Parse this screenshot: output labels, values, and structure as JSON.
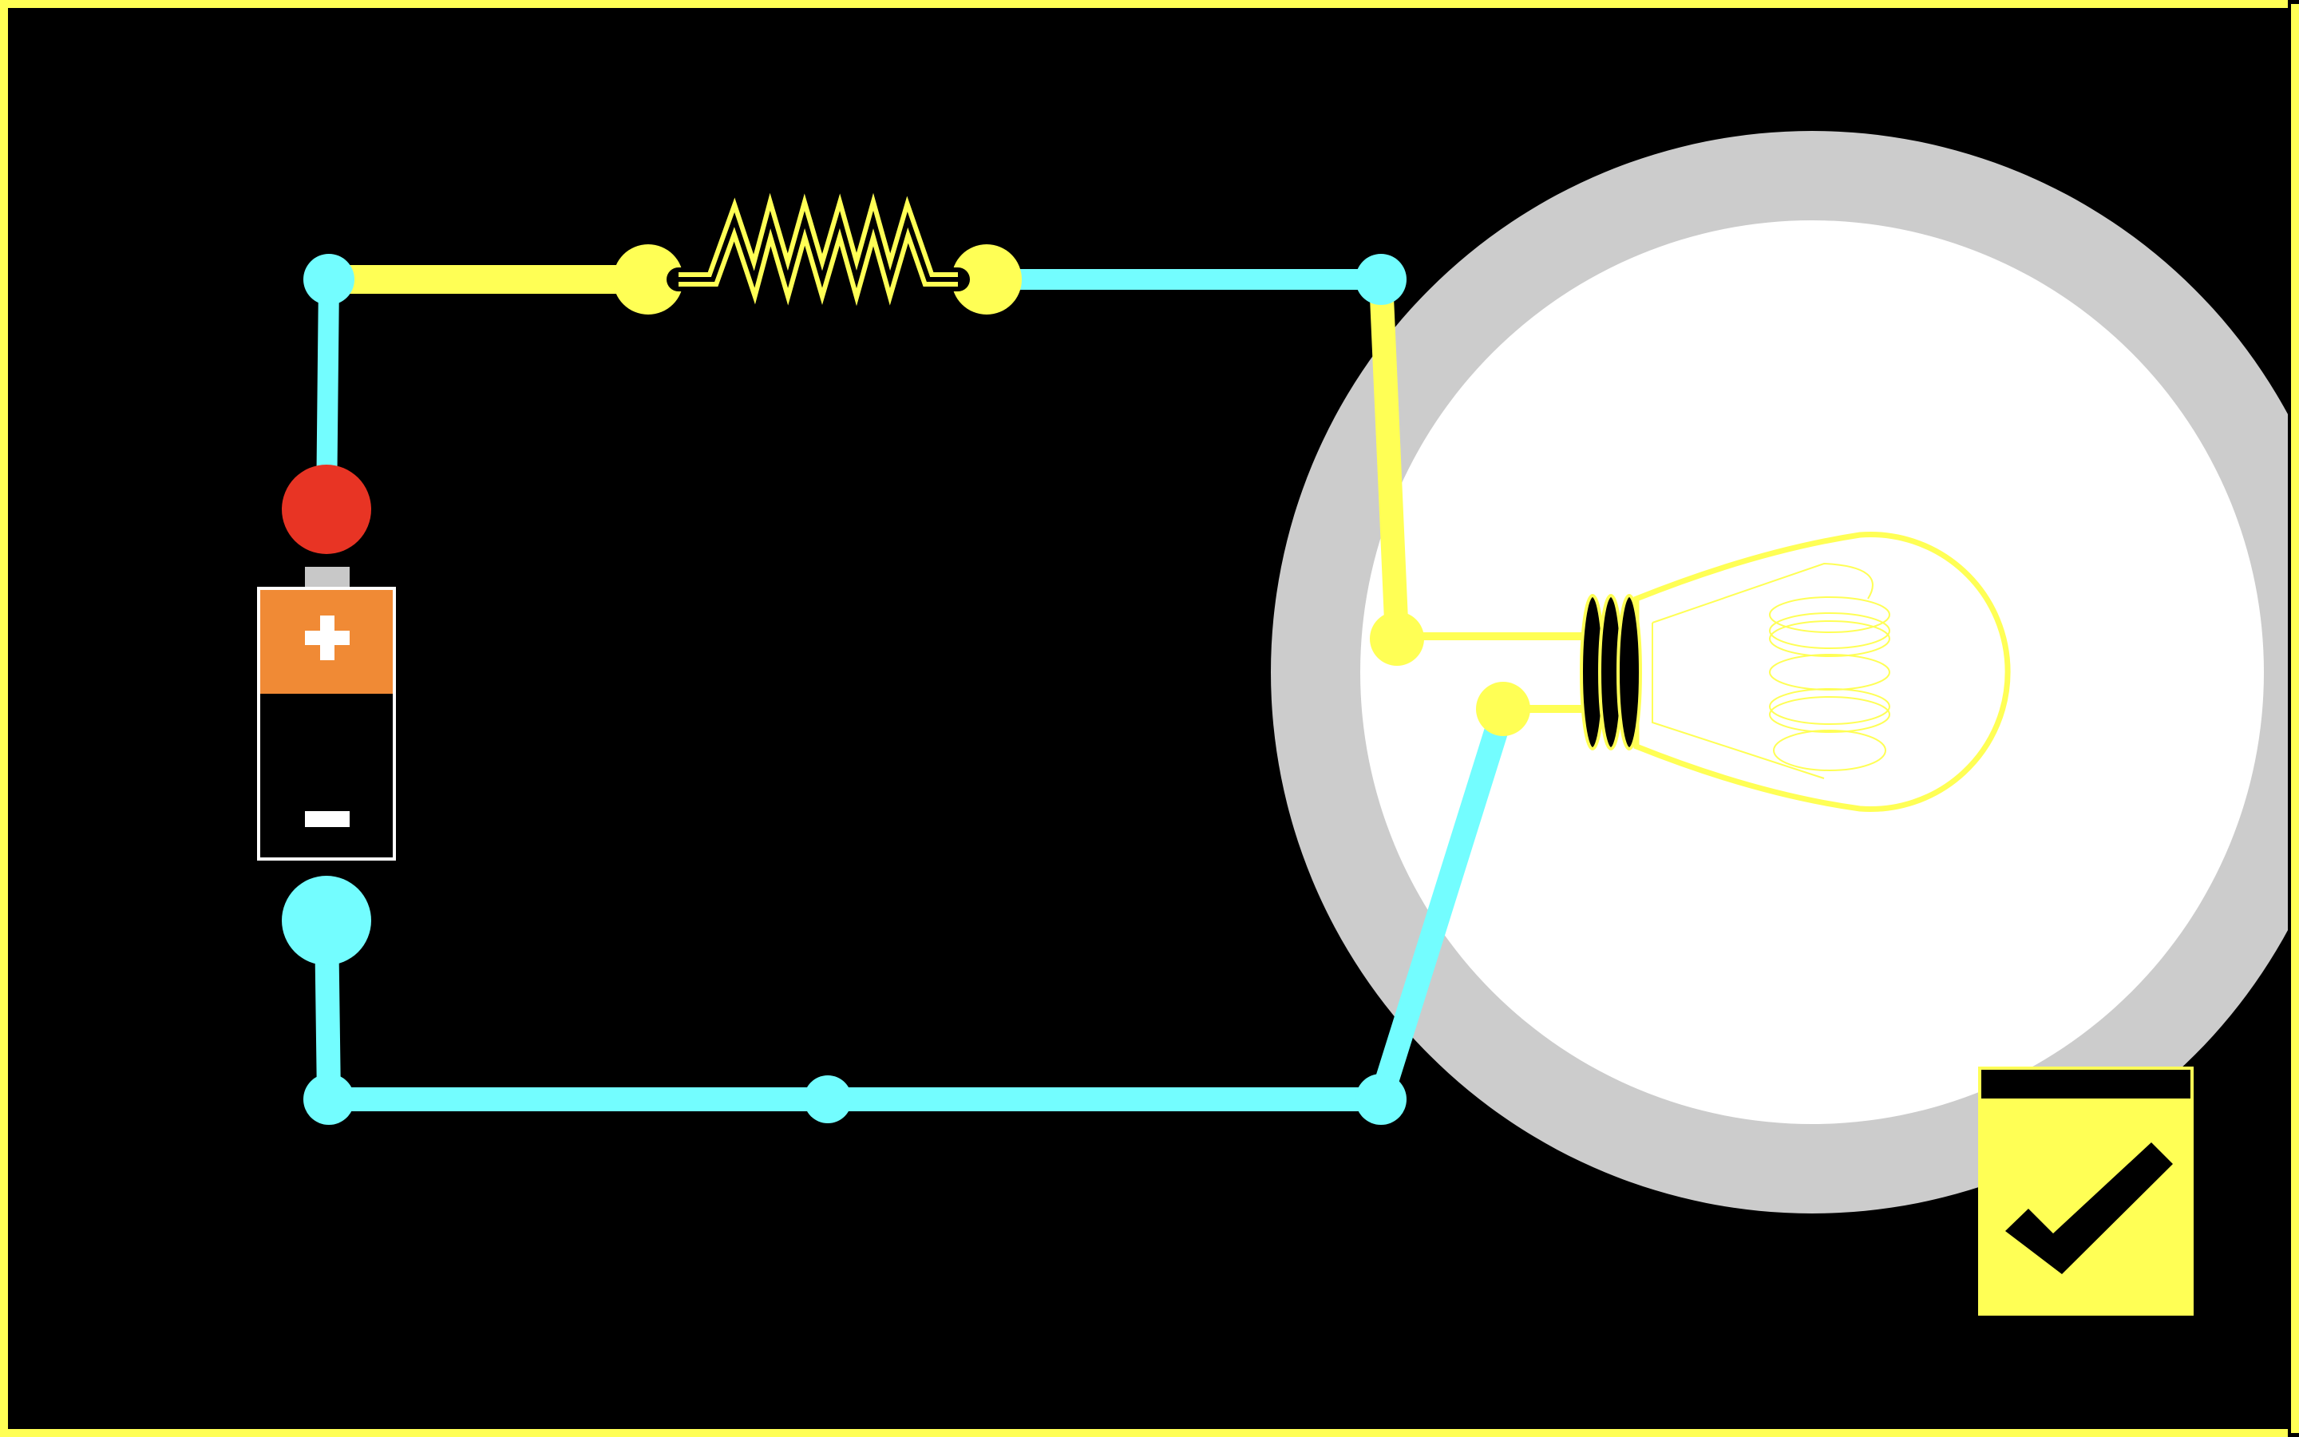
{
  "app": {
    "title": "",
    "theme": {
      "background": "#000000",
      "frame": "#FFFF55",
      "wire_highlight": "#FFFF55",
      "wire_normal": "#73FDFF",
      "battery_positive": "#F08A35",
      "battery_terminal_positive": "#E83424",
      "battery_negative": "#000000",
      "bulb_halo_outer": "#CCCCCC",
      "bulb_halo_inner": "#FFFFFF",
      "bulb_glass": "#FFFF55"
    }
  },
  "circuit": {
    "components": [
      {
        "name": "battery",
        "icon": "battery-icon",
        "positive_symbol": "+",
        "negative_symbol": "−"
      },
      {
        "name": "resistor",
        "icon": "resistor-zigzag-icon"
      },
      {
        "name": "light-bulb",
        "icon": "light-bulb-icon",
        "state": "lit"
      }
    ],
    "wires": [
      {
        "name": "wire-battery-top",
        "state": "normal"
      },
      {
        "name": "wire-top-left",
        "state": "highlighted"
      },
      {
        "name": "wire-top-right",
        "state": "normal"
      },
      {
        "name": "wire-to-bulb-top",
        "state": "highlighted"
      },
      {
        "name": "wire-to-bulb-bottom",
        "state": "normal"
      },
      {
        "name": "wire-bottom",
        "state": "normal"
      },
      {
        "name": "wire-battery-bottom",
        "state": "normal"
      }
    ]
  },
  "controls": {
    "check_button": {
      "icon": "checkmark-icon",
      "state": "enabled"
    }
  }
}
